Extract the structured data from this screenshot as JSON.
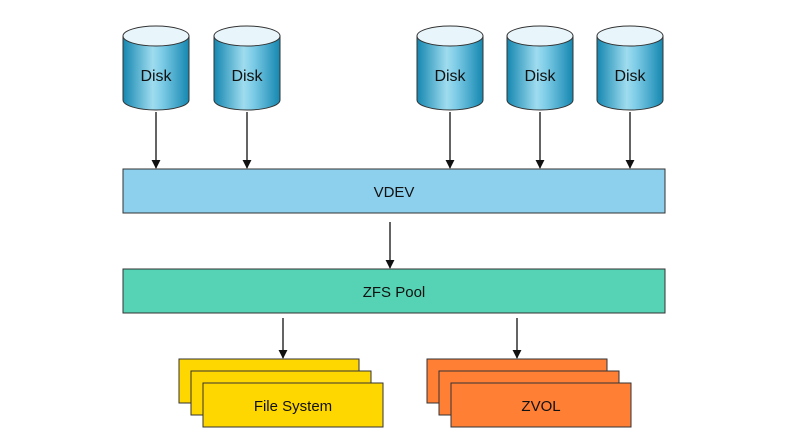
{
  "diagram": {
    "disks": [
      {
        "label": "Disk"
      },
      {
        "label": "Disk"
      },
      {
        "label": "Disk"
      },
      {
        "label": "Disk"
      },
      {
        "label": "Disk"
      }
    ],
    "vdev": {
      "label": "VDEV"
    },
    "pool": {
      "label": "ZFS Pool"
    },
    "filesystem": {
      "label": "File System"
    },
    "zvol": {
      "label": "ZVOL"
    },
    "colors": {
      "disk_top": "#e8f6fb",
      "disk_body_dark": "#1587b0",
      "disk_body_light": "#9fdcef",
      "vdev_fill": "#8dd0ee",
      "pool_fill": "#55d3b4",
      "filesystem_fill": "#ffd700",
      "zvol_fill": "#ff7f35",
      "stroke": "#333333"
    }
  }
}
